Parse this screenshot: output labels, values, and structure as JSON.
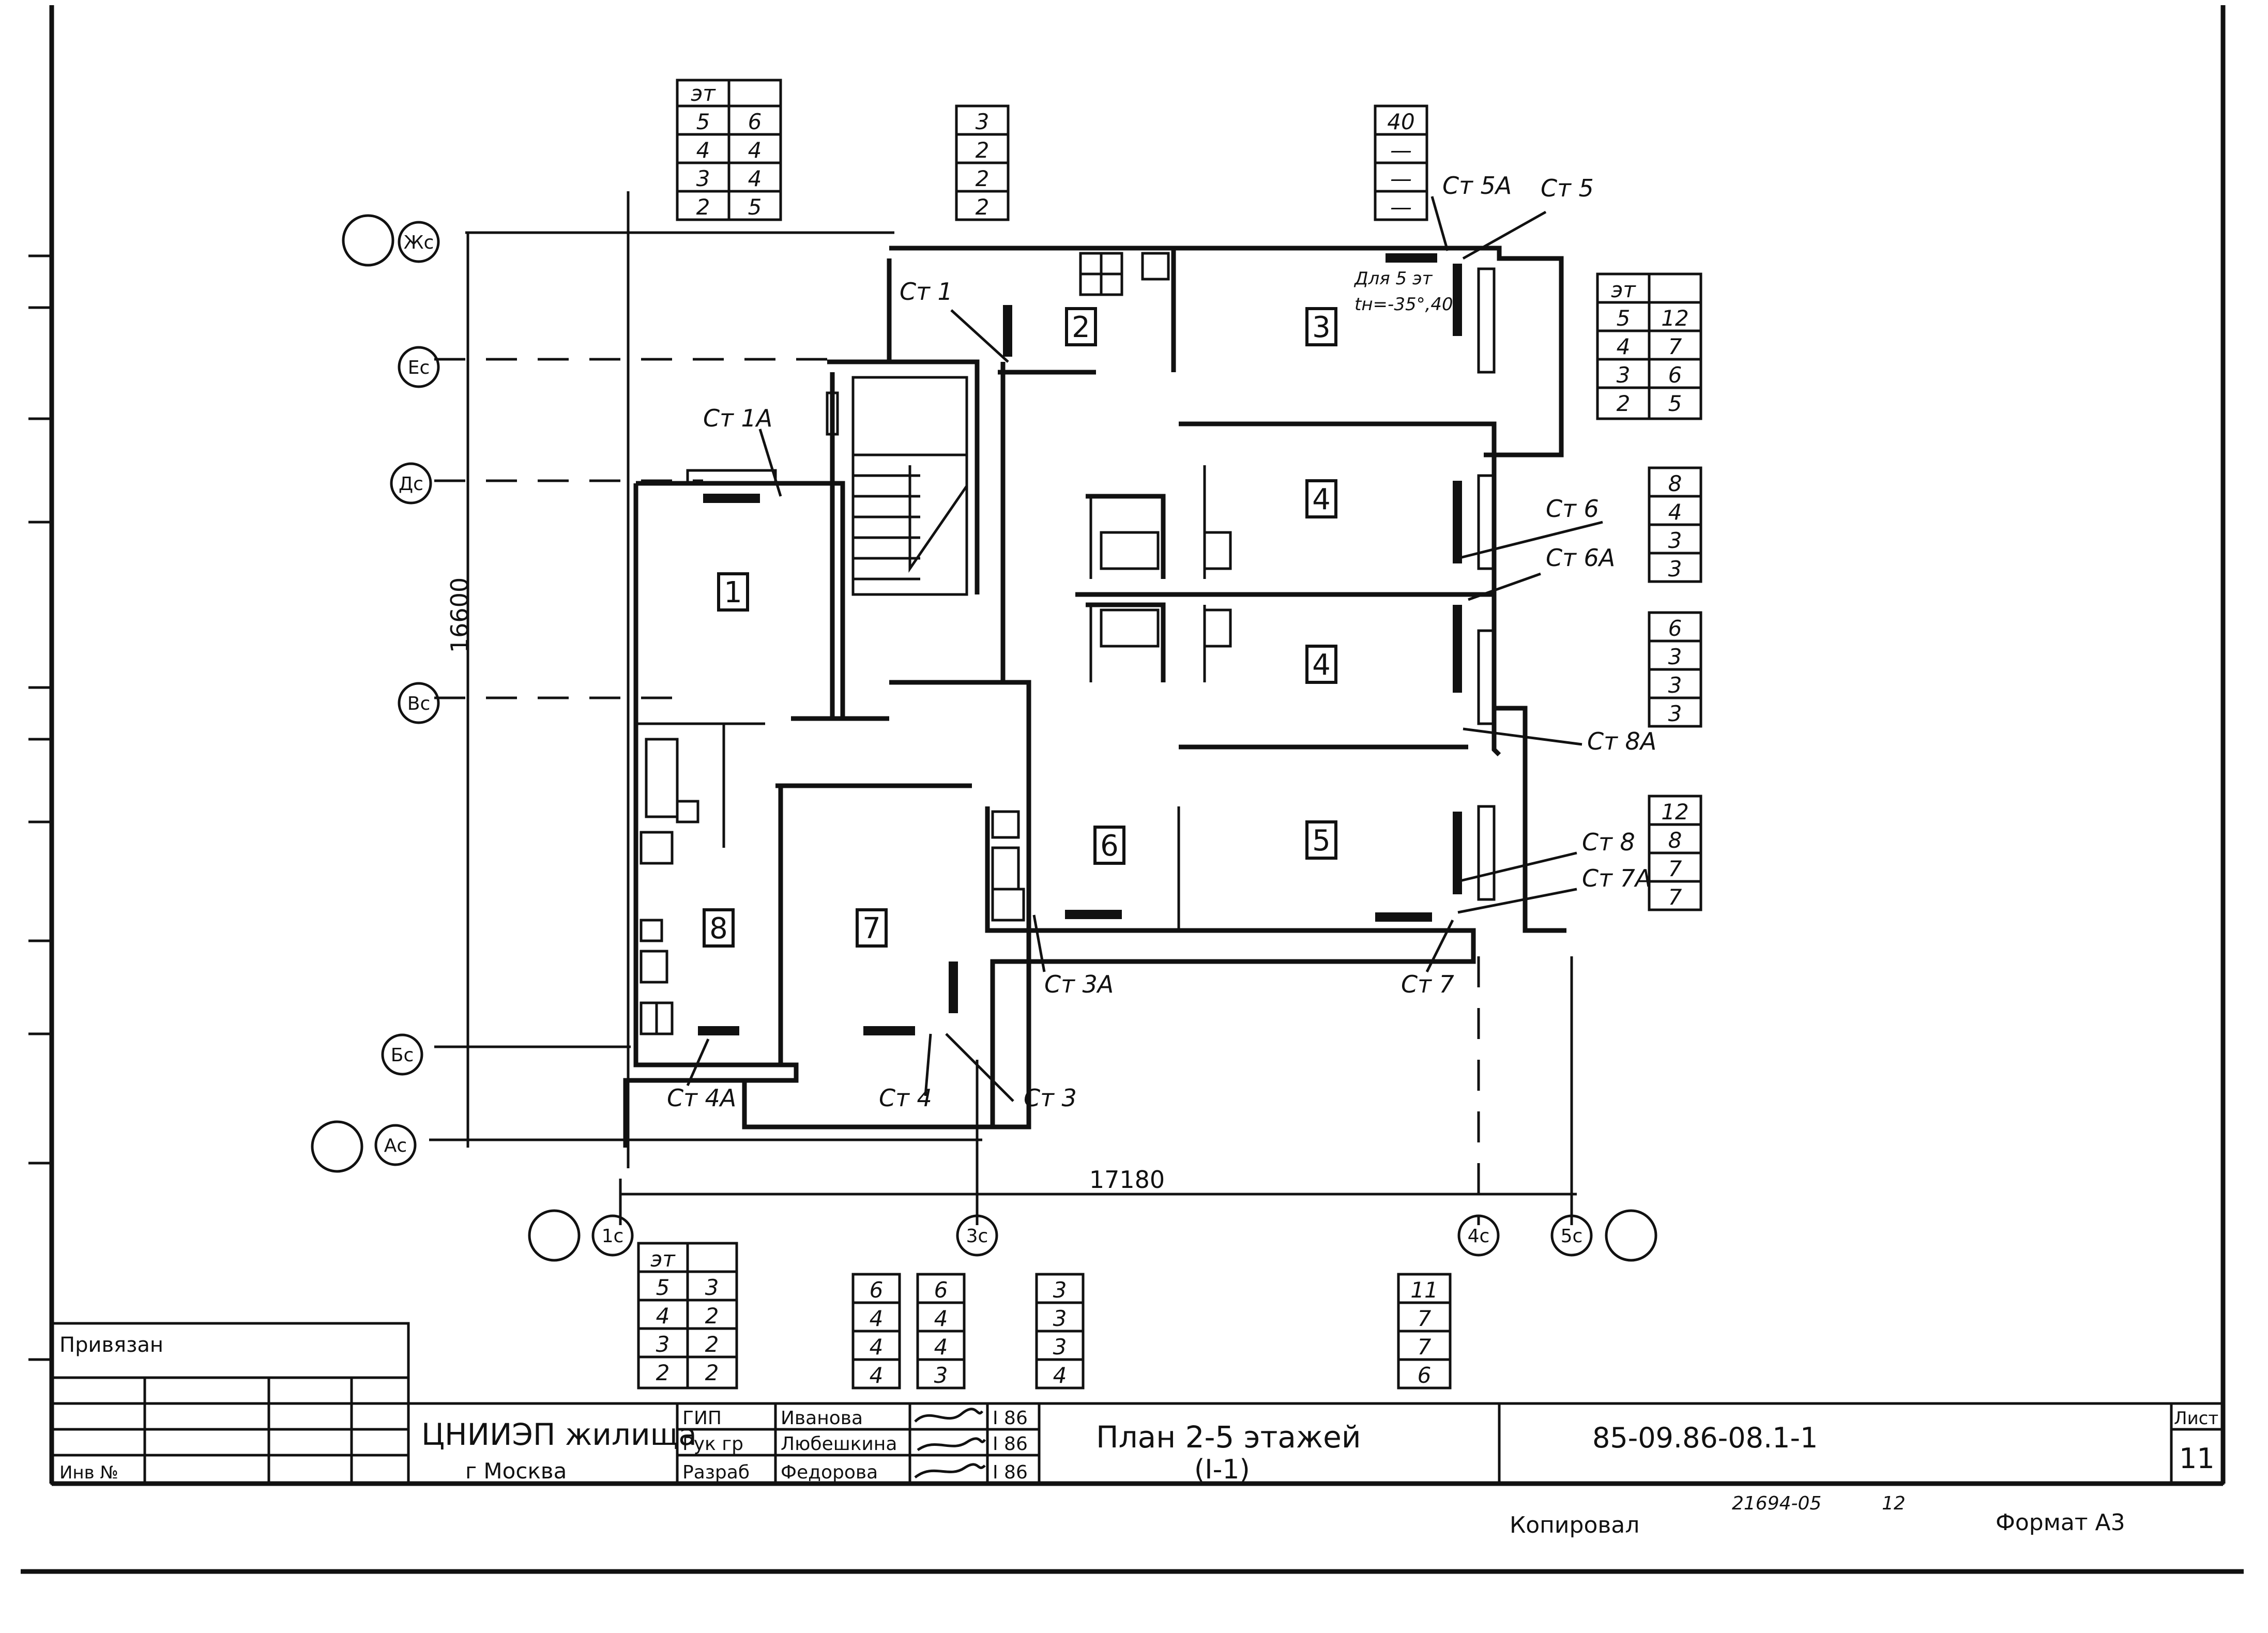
{
  "axes": {
    "rows": [
      "Жс",
      "Ес",
      "Дс",
      "Вс",
      "Бс",
      "Ас"
    ],
    "cols": [
      "1с",
      "3с",
      "4с",
      "5с"
    ]
  },
  "dimensions": {
    "vertical": "16600",
    "horizontal": "17180"
  },
  "rooms": [
    "1",
    "2",
    "3",
    "4",
    "4",
    "5",
    "6",
    "7",
    "8"
  ],
  "risers": {
    "st1": "Ст 1",
    "st1a": "Ст 1А",
    "st3": "Ст 3",
    "st3a": "Ст 3А",
    "st4": "Ст 4",
    "st4a": "Ст 4А",
    "st5": "Ст 5",
    "st5a": "Ст 5А",
    "st6": "Ст 6",
    "st6a": "Ст 6А",
    "st7": "Ст 7",
    "st7a": "Ст 7А",
    "st8": "Ст 8",
    "st8a": "Ст 8А"
  },
  "note": {
    "line1": "Для 5 эт",
    "line2": "tн=-35°,40°"
  },
  "tables": {
    "top_left": {
      "header": [
        "эт",
        ""
      ],
      "rows": [
        [
          "5",
          "6"
        ],
        [
          "4",
          "4"
        ],
        [
          "3",
          "4"
        ],
        [
          "2",
          "5"
        ]
      ]
    },
    "top_mid": [
      "3",
      "2",
      "2",
      "2"
    ],
    "top_right": [
      "40",
      "—",
      "—",
      "—"
    ],
    "right_top": {
      "header": [
        "эт",
        ""
      ],
      "rows": [
        [
          "5",
          "12"
        ],
        [
          "4",
          "7"
        ],
        [
          "3",
          "6"
        ],
        [
          "2",
          "5"
        ]
      ]
    },
    "right_2": [
      "8",
      "4",
      "3",
      "3"
    ],
    "right_3": [
      "6",
      "3",
      "3",
      "3"
    ],
    "right_4": [
      "12",
      "8",
      "7",
      "7"
    ],
    "bottom_left": {
      "header": [
        "эт",
        ""
      ],
      "rows": [
        [
          "5",
          "3"
        ],
        [
          "4",
          "2"
        ],
        [
          "3",
          "2"
        ],
        [
          "2",
          "2"
        ]
      ]
    },
    "bottom_b1": [
      "6",
      "4",
      "4",
      "4"
    ],
    "bottom_b2": [
      "6",
      "4",
      "4",
      "3"
    ],
    "bottom_b3": [
      "3",
      "3",
      "3",
      "4"
    ],
    "bottom_b4": [
      "11",
      "7",
      "7",
      "6"
    ]
  },
  "title_block": {
    "privyazan": "Привязан",
    "inv_no": "Инв №",
    "org_line1": "ЦНИИЭП жилища",
    "org_line2": "г Москва",
    "roles": [
      "ГИП",
      "Рук гр",
      "Разраб"
    ],
    "names": [
      "Иванова",
      "Любешкина",
      "Федорова"
    ],
    "dates": [
      "I 86",
      "I 86",
      "I 86"
    ],
    "drawing_title": "План 2-5 этажей",
    "drawing_sub": "(I-1)",
    "code": "85-09.86-08.1-1",
    "sheet_label": "Лист",
    "sheet_no": "11"
  },
  "footer": {
    "copied_by": "Копировал",
    "archive_no": "21694-05",
    "archive_no2": "12",
    "format": "Формат А3"
  }
}
